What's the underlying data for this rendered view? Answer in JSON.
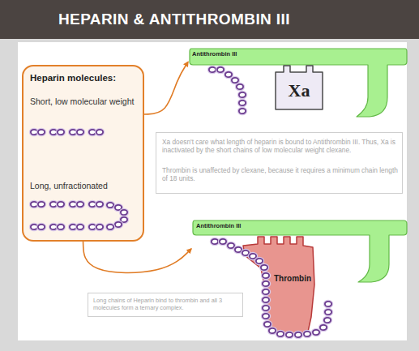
{
  "diagram": {
    "title": "HEPARIN & ANTITHROMBIN III",
    "nodes": [
      {
        "text": [
          "Heparin molecules:",
          "Short, low molecular weight",
          "Long, unfractionated"
        ]
      },
      {
        "text": [
          "Antithrombin III"
        ]
      },
      {
        "text": [
          "Xa"
        ]
      },
      {
        "text": [
          "Xa doesn't care what length of heparin is bound to Antithrombin III. Thus, Xa is inactivated by the short chains of low molecular weight clexane.",
          "Thrombin is unaffected by clexane, because it requires a minimum chain length of 18 units."
        ]
      },
      {
        "text": [
          "Antithrombin III"
        ]
      },
      {
        "text": [
          "Thrombin"
        ]
      },
      {
        "text": [
          "Long chains of Heparin bind to thrombin and all 3 molecules form a ternary complex."
        ]
      }
    ],
    "edges": [
      {
        "from": 0,
        "to": 1,
        "arrow": "to"
      },
      {
        "from": 0,
        "to": 4,
        "arrow": "to"
      }
    ]
  }
}
